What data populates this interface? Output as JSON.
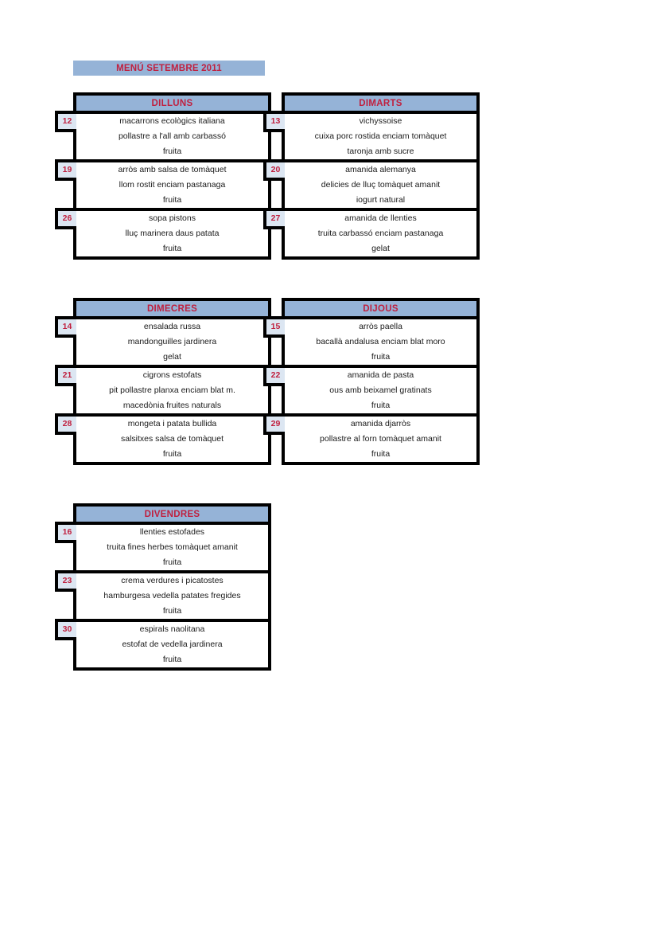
{
  "document": {
    "title": "MENÚ SETEMBRE 2011",
    "accent_blue": "#95b3d7",
    "badge_blue": "#dce6f2",
    "accent_red": "#c0203f",
    "border_color": "#000000"
  },
  "blocks": [
    {
      "name": "week-block-1",
      "columns": [
        {
          "day": "DILLUNS",
          "rows": [
            {
              "date": "12",
              "dishes": [
                "macarrons ecològics italiana",
                "pollastre a l'all amb carbassó",
                "fruita"
              ]
            },
            {
              "date": "19",
              "dishes": [
                "arròs amb salsa de tomàquet",
                "llom rostit enciam pastanaga",
                "fruita"
              ]
            },
            {
              "date": "26",
              "dishes": [
                "sopa pistons",
                "lluç marinera daus patata",
                "fruita"
              ]
            }
          ]
        },
        {
          "day": "DIMARTS",
          "rows": [
            {
              "date": "13",
              "dishes": [
                "vichyssoise",
                "cuixa porc rostida enciam tomàquet",
                "taronja amb sucre"
              ]
            },
            {
              "date": "20",
              "dishes": [
                "amanida alemanya",
                "delicies de lluç tomàquet amanit",
                "iogurt natural"
              ]
            },
            {
              "date": "27",
              "dishes": [
                "amanida de llenties",
                "truita carbassó enciam pastanaga",
                "gelat"
              ]
            }
          ]
        }
      ]
    },
    {
      "name": "week-block-2",
      "columns": [
        {
          "day": "DIMECRES",
          "rows": [
            {
              "date": "14",
              "dishes": [
                "ensalada russa",
                "mandonguilles jardinera",
                "gelat"
              ]
            },
            {
              "date": "21",
              "dishes": [
                "cigrons estofats",
                "pit pollastre planxa enciam blat m.",
                "macedònia fruites naturals"
              ]
            },
            {
              "date": "28",
              "dishes": [
                "mongeta i patata bullida",
                "salsitxes salsa de tomàquet",
                "fruita"
              ]
            }
          ]
        },
        {
          "day": "DIJOUS",
          "rows": [
            {
              "date": "15",
              "dishes": [
                "arròs paella",
                "bacallà andalusa enciam blat moro",
                "fruita"
              ]
            },
            {
              "date": "22",
              "dishes": [
                "amanida de pasta",
                "ous amb beixamel gratinats",
                "fruita"
              ]
            },
            {
              "date": "29",
              "dishes": [
                "amanida djarròs",
                "pollastre al forn tomàquet amanit",
                "fruita"
              ]
            }
          ]
        }
      ]
    },
    {
      "name": "week-block-3",
      "columns": [
        {
          "day": "DIVENDRES",
          "rows": [
            {
              "date": "16",
              "dishes": [
                "llenties estofades",
                "truita fines herbes tomàquet amanit",
                "fruita"
              ]
            },
            {
              "date": "23",
              "dishes": [
                "crema verdures i picatostes",
                "hamburgesa vedella patates fregides",
                "fruita"
              ]
            },
            {
              "date": "30",
              "dishes": [
                "espirals naolitana",
                "estofat de vedella jardinera",
                "fruita"
              ]
            }
          ]
        }
      ]
    }
  ]
}
